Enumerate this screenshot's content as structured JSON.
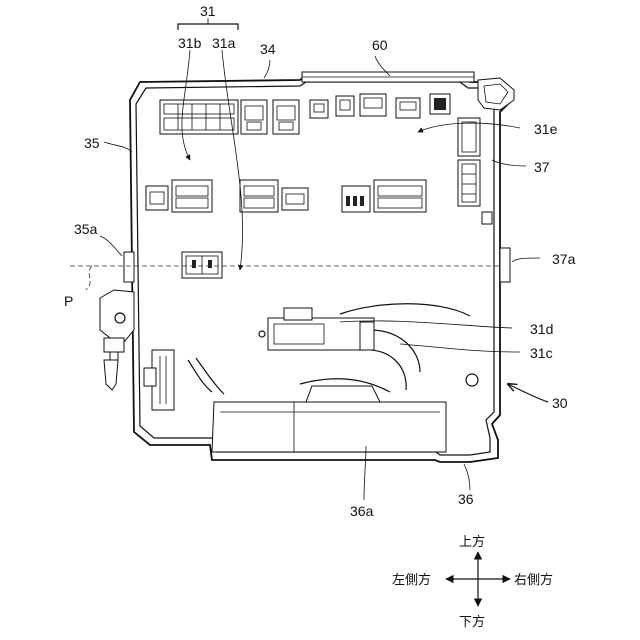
{
  "labels": {
    "l31": "31",
    "l31b": "31b",
    "l31a": "31a",
    "l34": "34",
    "l60": "60",
    "l35": "35",
    "l31e": "31e",
    "l37": "37",
    "l35a": "35a",
    "l37a": "37a",
    "lP": "P",
    "l31d": "31d",
    "l31c": "31c",
    "l30": "30",
    "l36": "36",
    "l36a": "36a"
  },
  "directions": {
    "up": "上方",
    "down": "下方",
    "left": "左側方",
    "right": "右側方"
  }
}
